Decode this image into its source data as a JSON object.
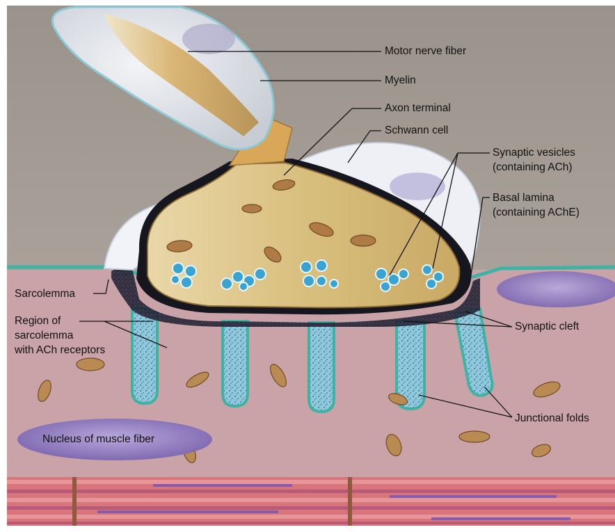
{
  "labels": {
    "motor_nerve_fiber": "Motor nerve fiber",
    "myelin": "Myelin",
    "axon_terminal": "Axon terminal",
    "schwann_cell": "Schwann cell",
    "synaptic_vesicles_line1": "Synaptic vesicles",
    "synaptic_vesicles_line2": "(containing ACh)",
    "basal_lamina_line1": "Basal lamina",
    "basal_lamina_line2": "(containing AChE)",
    "sarcolemma": "Sarcolemma",
    "region_line1": "Region of",
    "region_line2": "sarcolemma",
    "region_line3": "with ACh receptors",
    "synaptic_cleft": "Synaptic cleft",
    "junctional_folds": "Junctional folds",
    "nucleus": "Nucleus of muscle fiber"
  },
  "colors": {
    "background_upper": "#a29a93",
    "muscle_cytoplasm": "#c9a3a8",
    "sarcolemma_membrane": "#3fb3a3",
    "fold_fill": "#8fc9dc",
    "axon_terminal": "#dcc48c",
    "axon_outline": "#8c6a34",
    "cleft_dark": "#1b1b2a",
    "myelin": "#d9dde2",
    "schwann_cell": "#eef0f6",
    "vesicle": "#3aa3cf",
    "nucleus": "#8a74ba",
    "myofibril_red": "#d96c70",
    "mitochondria": "#b98a52"
  }
}
